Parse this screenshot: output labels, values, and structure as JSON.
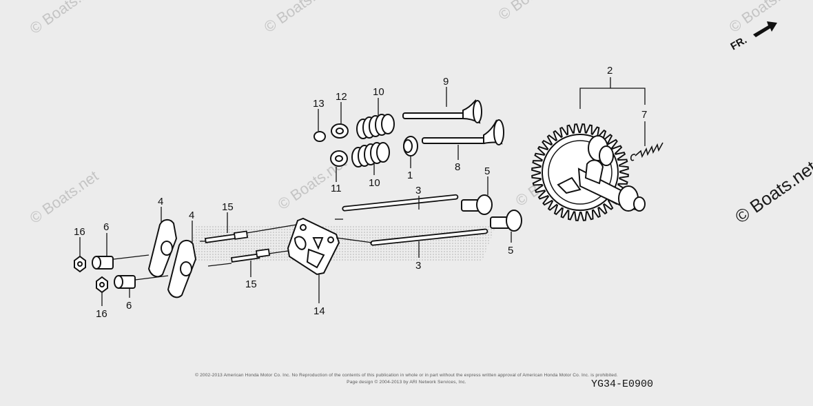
{
  "watermark": {
    "small": "© Boats.net",
    "large": "© Boats.net"
  },
  "direction": {
    "label": "FR."
  },
  "callouts": [
    "1",
    "2",
    "3",
    "3",
    "4",
    "4",
    "5",
    "5",
    "6",
    "6",
    "7",
    "8",
    "9",
    "10",
    "10",
    "11",
    "12",
    "13",
    "14",
    "15",
    "15",
    "16",
    "16"
  ],
  "footer": {
    "copyright_line1": "© 2002-2013 American Honda Motor Co. Inc. No Reproduction of the contents of this publication in whole or in part without the express written approval of American Honda Motor Co. Inc. is prohibited.",
    "copyright_line2": "Page design © 2004-2013 by ARI Network Services, Inc.",
    "diagram_code": "YG34-E0900"
  },
  "colors": {
    "background": "#ececec",
    "ink": "#111111",
    "watermark": "#c4c4c4"
  }
}
